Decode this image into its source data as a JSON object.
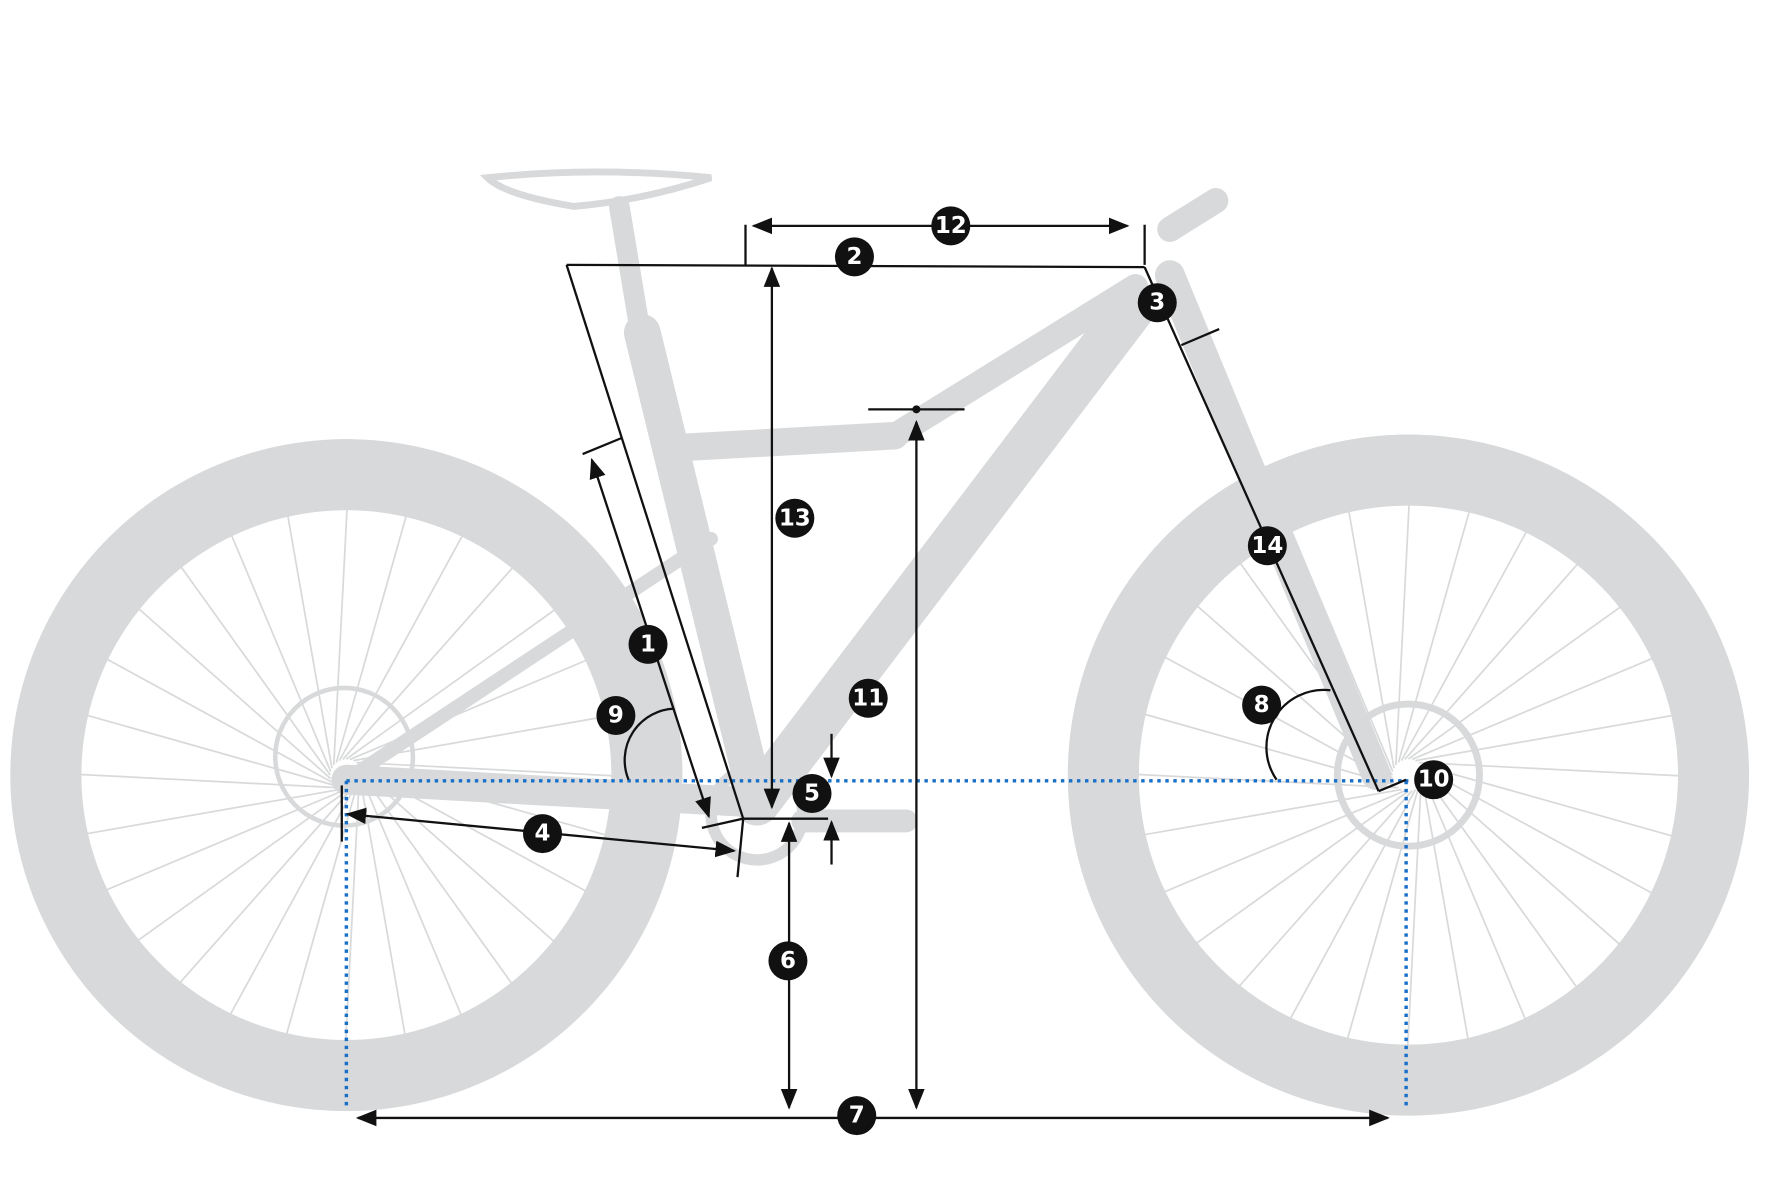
{
  "colors": {
    "bike_silhouette": "#d8d9da",
    "dimension_lines": "#111111",
    "reference_lines": "#1a6fc9",
    "marker_fill": "#111111",
    "marker_text": "#ffffff"
  },
  "markers": [
    "1",
    "2",
    "3",
    "4",
    "5",
    "6",
    "7",
    "8",
    "9",
    "10",
    "11",
    "12",
    "13",
    "14"
  ]
}
